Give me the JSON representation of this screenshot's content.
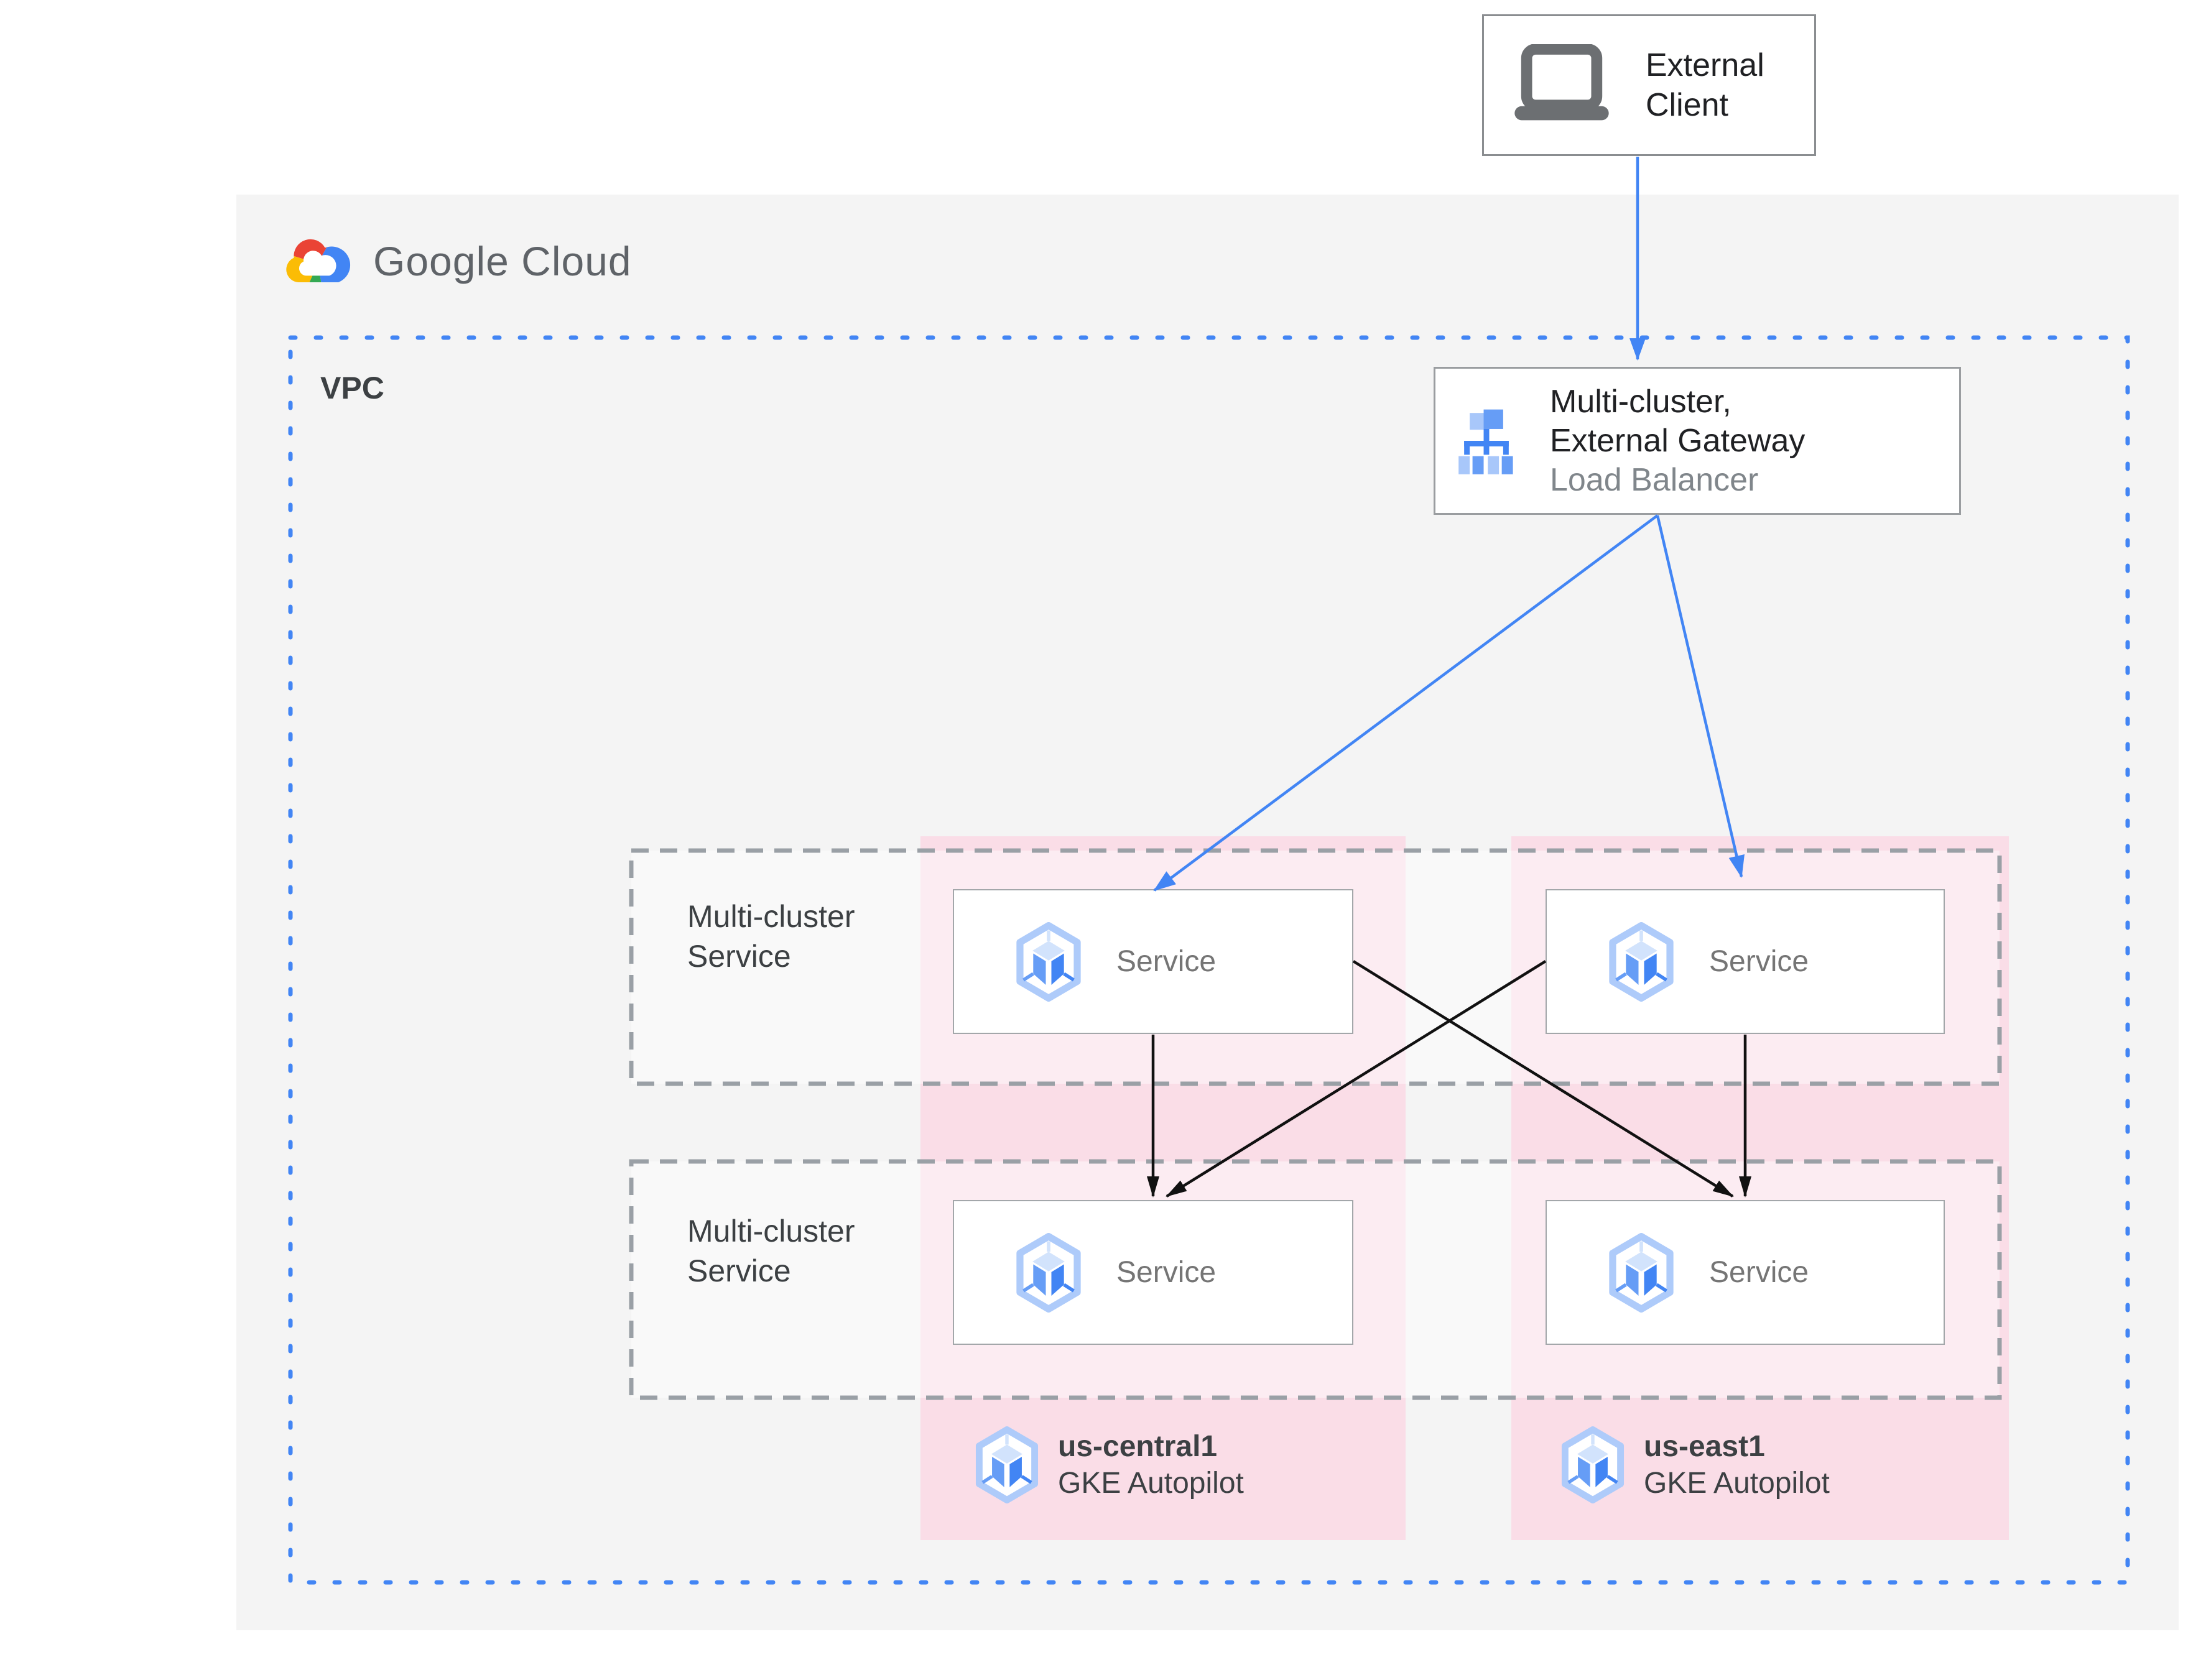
{
  "colors": {
    "accent_blue": "#4285F4",
    "pink_column": "#FADDE7",
    "canvas_gray": "#F4F4F4",
    "dash_gray": "#9AA0A6",
    "text_primary": "#202124",
    "logo_gray": "#5F6368",
    "service_text_gray": "#757575",
    "subtitle_gray": "#80868B",
    "gke_icon_light": "#AECBFA",
    "gke_icon_mid": "#669DF6",
    "gke_icon_dark": "#4285F4",
    "logo_red": "#EA4335",
    "logo_yellow": "#FBBC05",
    "logo_green": "#34A853"
  },
  "header": {
    "logo_text": "Google Cloud"
  },
  "external_client": {
    "label": "External Client"
  },
  "vpc": {
    "label": "VPC"
  },
  "load_balancer": {
    "title_line1": "Multi-cluster,",
    "title_line2": "External Gateway",
    "subtitle": "Load Balancer"
  },
  "multi_cluster_service_rows": [
    {
      "label": "Multi-cluster Service",
      "services": [
        {
          "label": "Service"
        },
        {
          "label": "Service"
        }
      ]
    },
    {
      "label": "Multi-cluster Service",
      "services": [
        {
          "label": "Service"
        },
        {
          "label": "Service"
        }
      ]
    }
  ],
  "clusters": [
    {
      "region": "us-central1",
      "platform": "GKE Autopilot"
    },
    {
      "region": "us-east1",
      "platform": "GKE Autopilot"
    }
  ]
}
